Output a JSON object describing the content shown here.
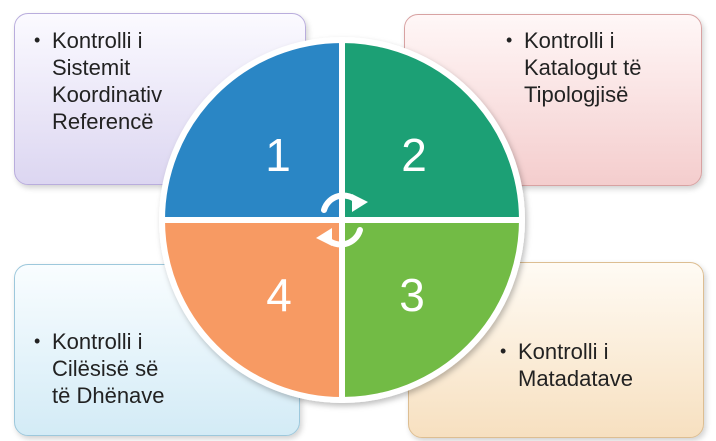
{
  "quadrants": [
    {
      "number": "1",
      "color": "#2b86c5",
      "text": [
        "Kontrolli i",
        "Sistemit",
        "Koordinativ",
        "Referencë"
      ]
    },
    {
      "number": "2",
      "color": "#1aa074",
      "text": [
        "Kontrolli i",
        "Katalogut të",
        "Tipologjisë"
      ]
    },
    {
      "number": "3",
      "color": "#72bb45",
      "text": [
        "Kontrolli i",
        "Matadatave"
      ]
    },
    {
      "number": "4",
      "color": "#f79a63",
      "text": [
        "Kontrolli i",
        "Cilësisë së",
        "të Dhënave"
      ]
    }
  ],
  "bullet": "•",
  "center_icon": "refresh-cycle-icon"
}
